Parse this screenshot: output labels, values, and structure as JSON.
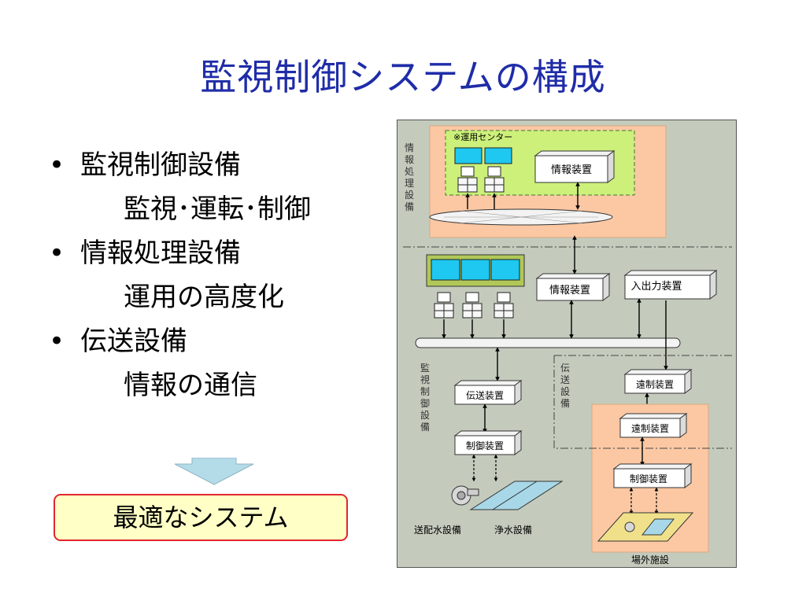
{
  "title": "監視制御システムの構成",
  "bullets": [
    {
      "marker": "•",
      "label": "監視制御設備",
      "sub": "監視･運転･制御"
    },
    {
      "marker": "•",
      "label": "情報処理設備",
      "sub": "運用の高度化"
    },
    {
      "marker": "•",
      "label": "伝送設備",
      "sub": "情報の通信"
    }
  ],
  "result_label": "最適なシステム",
  "diagram": {
    "sec_info": "情報処理設備",
    "sec_monitor": "監視制御設備",
    "sec_trans": "伝送設備",
    "ops_center": "※運用センター",
    "info_dev_top": "情報装置",
    "info_dev_mid": "情報装置",
    "io_dev": "入出力装置",
    "trans_dev": "伝送装置",
    "ctrl_dev_left": "制御装置",
    "remote_top": "遠制装置",
    "remote_bottom": "遠制装置",
    "ctrl_dev_right": "制御装置",
    "water_dist": "送配水設備",
    "water_purif": "浄水設備",
    "outside": "場外施設"
  }
}
